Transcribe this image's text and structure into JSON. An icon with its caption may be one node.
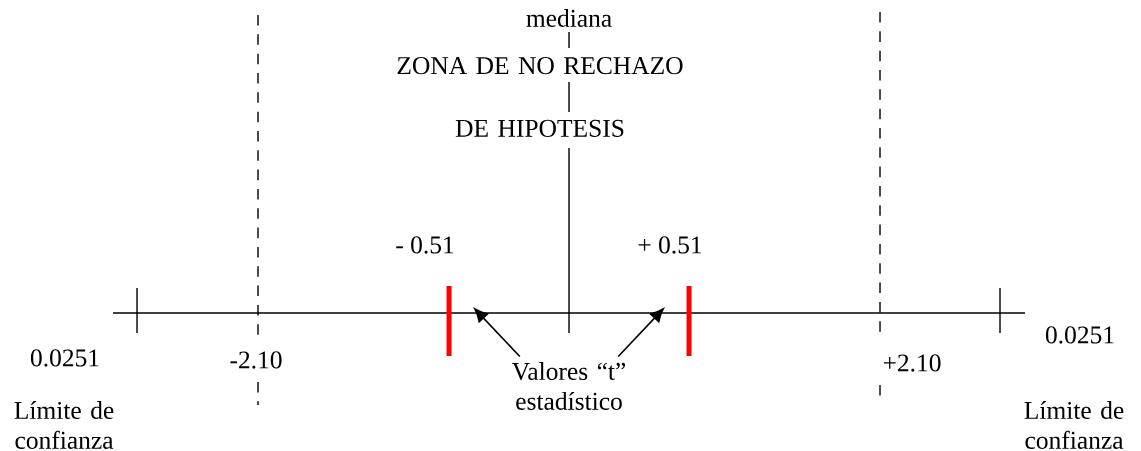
{
  "diagram": {
    "nodes": [
      {
        "text": [],
        "shape": "bar"
      },
      {
        "text": [],
        "shape": "bar"
      },
      {
        "text": [
          "Valores “t” estadístico"
        ]
      }
    ],
    "edges": [
      {
        "from": 2,
        "to": 0,
        "arrow": "to"
      },
      {
        "from": 2,
        "to": 1,
        "arrow": "to"
      }
    ],
    "labels": [
      "mediana",
      "ZONA DE NO RECHAZO DE HIPOTESIS",
      "- 0.51",
      "+ 0.51",
      "0.0251",
      "0.0251",
      "-2.10",
      "+2.10",
      "Límite de confianza",
      "Límite de confianza"
    ]
  }
}
